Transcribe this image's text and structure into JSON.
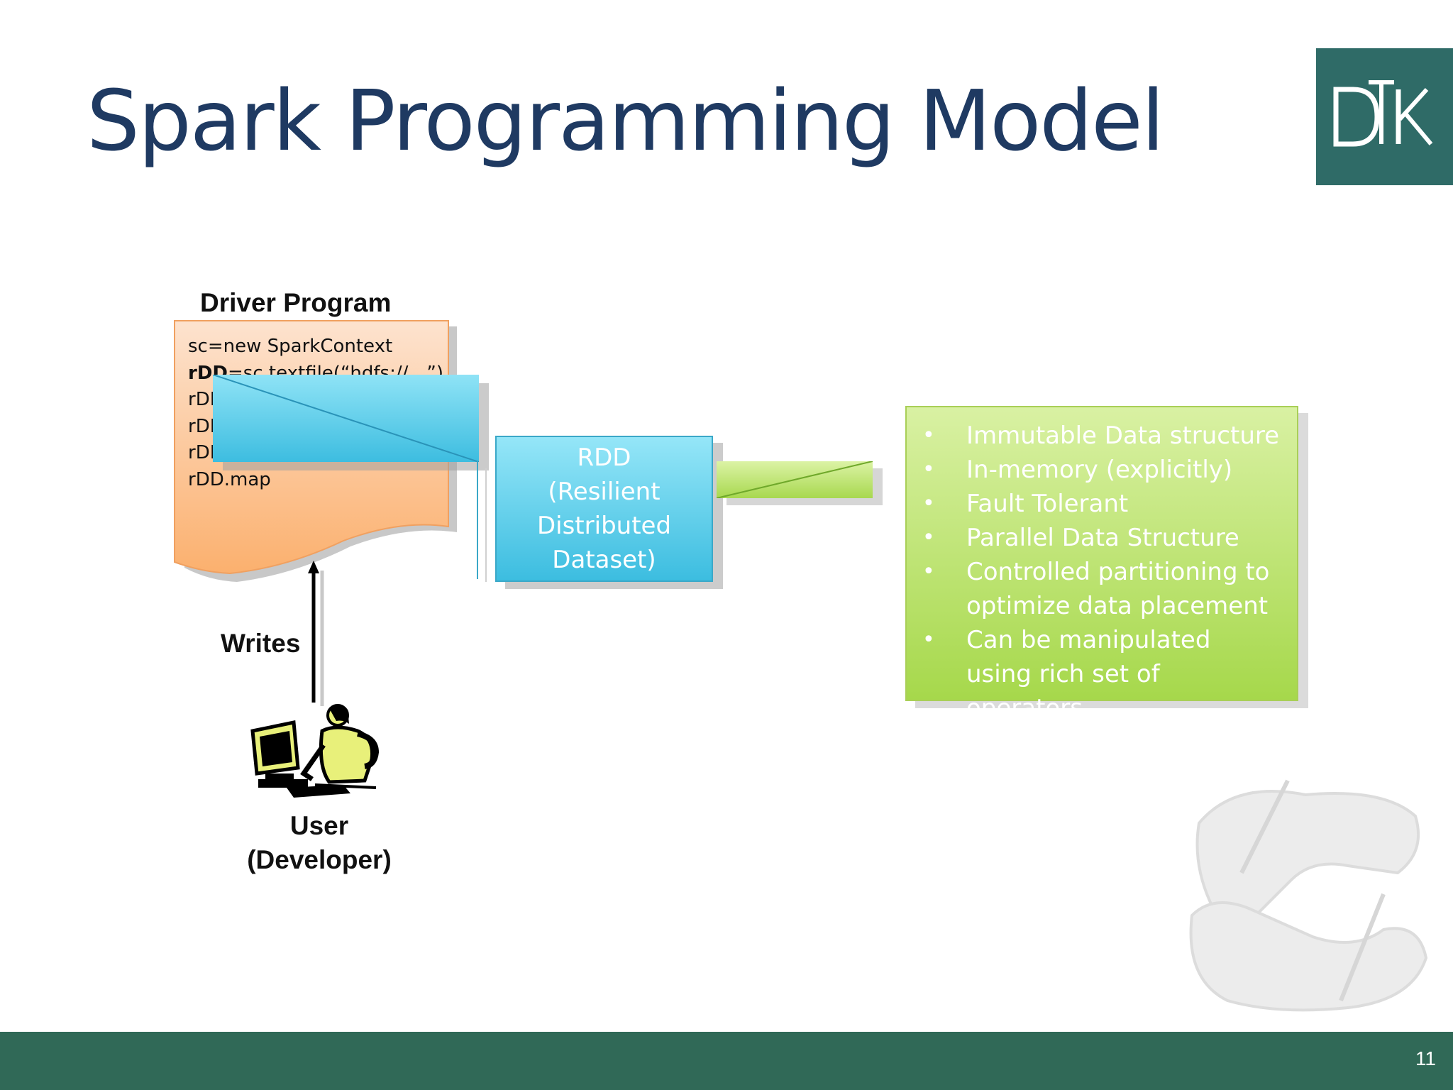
{
  "slide": {
    "title": "Spark Programming Model",
    "page_number": "11"
  },
  "logo": {
    "text": "DTK",
    "background": "#2f6b67"
  },
  "driver": {
    "title": "Driver Program",
    "code": [
      {
        "bold": "",
        "rest": "sc=new SparkContext"
      },
      {
        "bold": "rDD",
        "rest": "=sc.textfile(“hdfs://…”)"
      },
      {
        "bold": "",
        "rest": "rDD.filter(…)"
      },
      {
        "bold": "",
        "rest": "rDD.Cache"
      },
      {
        "bold": "",
        "rest": "rDD.Count"
      },
      {
        "bold": "",
        "rest": "rDD.map"
      }
    ],
    "fill_top": "#fde3cf",
    "fill_bottom": "#fbb06e"
  },
  "rdd": {
    "lines": [
      "RDD",
      "(Resilient",
      "Distributed",
      "Dataset)"
    ],
    "color": "#3cbde0"
  },
  "info": {
    "items": [
      "Immutable Data structure",
      "In-memory (explicitly)",
      "Fault Tolerant",
      "Parallel Data Structure",
      "Controlled partitioning to optimize data placement",
      "Can be manipulated using rich set of operators."
    ],
    "bullet": "•",
    "color": "#a6d84b"
  },
  "writes_label": "Writes",
  "user": {
    "line1": "User",
    "line2": "(Developer)"
  },
  "footer": {
    "color": "#306957"
  }
}
